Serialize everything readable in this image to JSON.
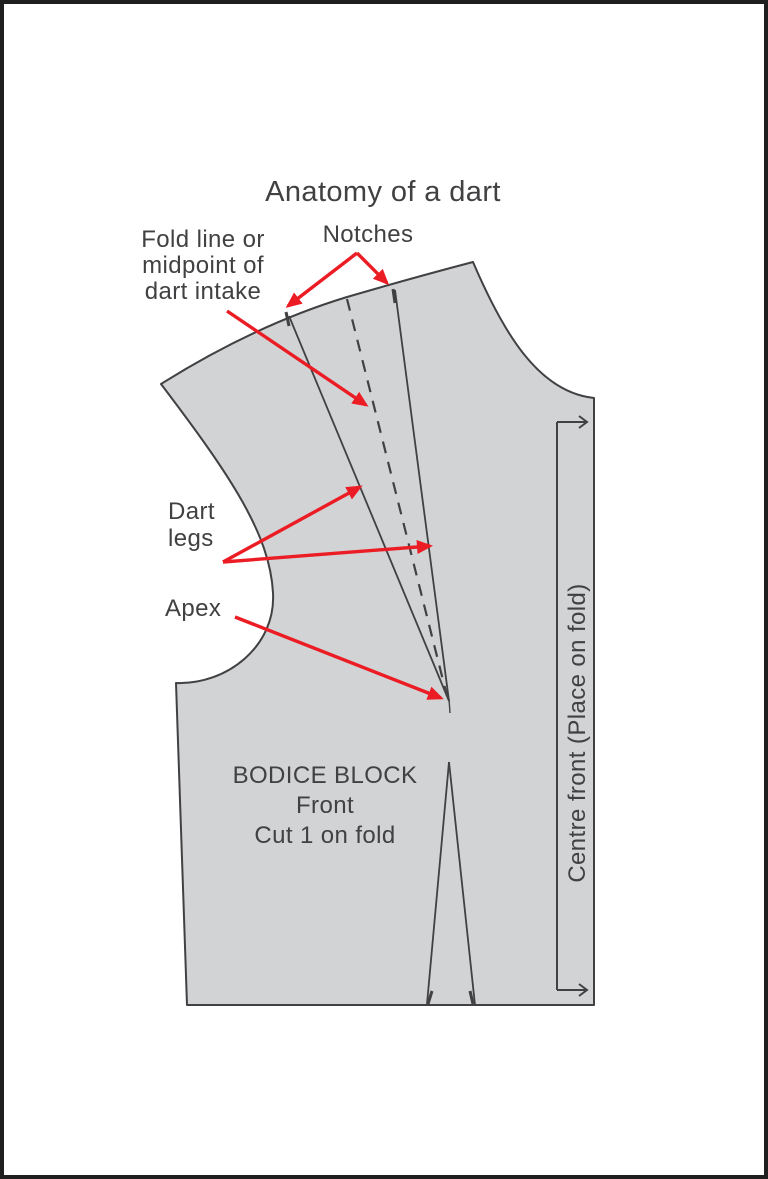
{
  "title": "Anatomy of a dart",
  "labels": {
    "notches": "Notches",
    "fold_line": [
      "Fold line or",
      "midpoint of",
      "dart intake"
    ],
    "dart_legs": [
      "Dart",
      "legs"
    ],
    "apex": "Apex",
    "centre_front": "Centre front (Place on fold)"
  },
  "pattern_label": {
    "line1": "BODICE BLOCK",
    "line2": "Front",
    "line3": "Cut 1 on fold"
  },
  "diagram_parts": {
    "shape": "bodice block front pattern piece",
    "shoulder_dart": "dart with two legs, dashed fold line, apex point",
    "waist_dart": "open dart slit at waist with notch ticks",
    "fold_bracket": "double-ended arrow bracket pointing to centre front fold edge"
  },
  "colors": {
    "pattern_fill": "#d2d3d5",
    "outline": "#414042",
    "annotation_red": "#ec1c24",
    "text": "#414042",
    "frame": "#1f1f1f",
    "background": "#ffffff"
  }
}
